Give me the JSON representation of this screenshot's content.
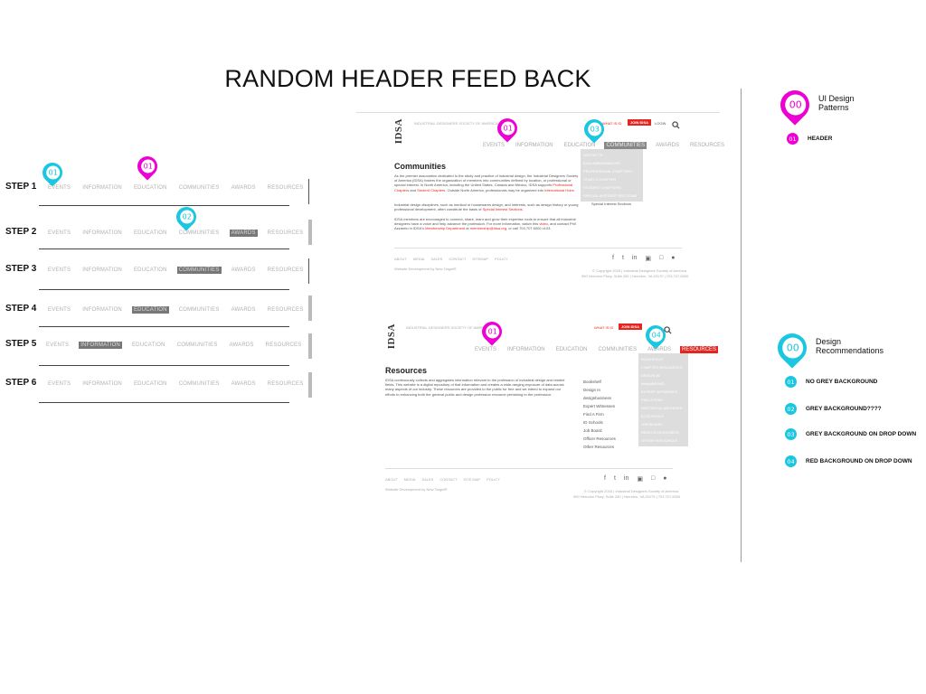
{
  "title": "RANDOM HEADER FEED BACK",
  "nav_items": [
    "EVENTS",
    "INFORMATION",
    "EDUCATION",
    "COMMUNITIES",
    "AWARDS",
    "RESOURCES"
  ],
  "steps": [
    {
      "label": "STEP 1",
      "highlight": -1
    },
    {
      "label": "STEP 2",
      "highlight": 4
    },
    {
      "label": "STEP 3",
      "highlight": 3
    },
    {
      "label": "STEP 4",
      "highlight": 2
    },
    {
      "label": "STEP 5",
      "highlight": 1
    },
    {
      "label": "STEP 6",
      "highlight": -1
    }
  ],
  "step_pins": {
    "p1": "01",
    "p2": "01",
    "p3": "02"
  },
  "mock1": {
    "org": "INDUSTRIAL DESIGNERS SOCIETY OF AMERICA",
    "logo": "IDSA",
    "what_is_id": "WHAT IS ID",
    "join": "JOIN IDSA",
    "login": "LOGIN",
    "pin_a": "01",
    "pin_b": "03",
    "heading": "Communities",
    "para1": "As the premier association dedicated to the study and practice of industrial design, the Industrial Designers Society of America (IDSA) fosters the organization of members into communities defined by location, or professional or special interest. In North America, including the United States, Canada and Mexico, IDSA supports",
    "link1": "Professional Chapters",
    "and": "and",
    "link2": "Student Chapters",
    "para1b": ". Outside North America, professionals may be organized into",
    "link3": "International Hubs",
    "para2": "Industrial design disciplines, such as medical or housewares design, and interests, such as design history or young professional development, often constitute the basis of",
    "link4": "Special Interest Sections",
    "para3": "IDSA members are encouraged to connect, share, learn and grow their expertise roots to ensure that all industrial designers have a voice and help advance the profession. For more information, watch this",
    "link5": "video",
    "para3b": ", and contact Phil Azzarelo in IDSA's",
    "link6": "Membership Department",
    "para3c": "at",
    "link7": "membership@idsa.org",
    "para3d": ", or call 703.707.6000 x103.",
    "dropdown": [
      "DISTRICTS",
      "IDSA AMBASSADORS",
      "PROFESSIONAL CHAPTERS",
      "START A CHAPTER",
      "STUDENT CHAPTERS",
      "SPECIAL INTEREST SECTIONS"
    ],
    "dropdown_caption": "Special Interest Sections",
    "footer_links": [
      "ABOUT",
      "MEDIA",
      "SALES",
      "CONTACT",
      "SITEMAP",
      "POLICY"
    ],
    "credit": "Website Development by New Target®",
    "copyright": "© Copyright 2016 | Industrial Designers Society of America",
    "address": "950 Herndon Pkwy, Suite 250 | Herndon, VA 20170 | 703.707.6000"
  },
  "mock2": {
    "org": "INDUSTRIAL DESIGNERS SOCIETY OF AMERICA",
    "logo": "IDSA",
    "what_is_id": "WHAT IS ID",
    "join": "JOIN IDSA",
    "pin_a": "01",
    "pin_b": "04",
    "heading": "Resources",
    "para": "IDSA continuously collects and aggregates information relevant to the profession of industrial design and related fields. This website is a digital repository of that information and creates a wide-ranging exposure of data across many aspects of our industry. These resources are provided to the public for free and we intend to expand our efforts to enhancing both the general public and design profession resource pertaining to the profession.",
    "list": [
      "Bookshelf",
      "Design In",
      "designbusiness",
      "Expert Witnesses",
      "Find A Firm",
      "ID Schools",
      "Job Board",
      "Officer Resources",
      "Other Resources"
    ],
    "dropdown": [
      "BOOKSHELF",
      "CHAPTER RESOURCES",
      "DESIGN IN",
      "designBRAND",
      "EXPERT WITNESSES",
      "FIND A FIRM",
      "HISTORICAL ARCHIVES",
      "ID SCHOOLS",
      "JOB BOARD",
      "REMOTE DESIGNERS",
      "OTHER RESOURCES"
    ],
    "footer_links": [
      "ABOUT",
      "MEDIA",
      "SALES",
      "CONTACT",
      "SITE MAP",
      "POLICY"
    ],
    "credit": "Website Development by New Target®",
    "copyright": "© Copyright 2016 | Industrial Designers Society of America",
    "address": "950 Herndon Pkwy, Suite 250 | Herndon, VA 20170 | 703.707.6000"
  },
  "legend": {
    "pin": "00",
    "title": "UI Design Patterns",
    "item_num": "01",
    "item_label": "HEADER"
  },
  "recommendations": {
    "pin": "00",
    "title": "Design Recommendations",
    "items": [
      {
        "num": "01",
        "label": "NO GREY BACKGROUND"
      },
      {
        "num": "02",
        "label": "GREY BACKGROUND????"
      },
      {
        "num": "03",
        "label": "GREY BACKGROUND ON DROP DOWN"
      },
      {
        "num": "04",
        "label": "RED BACKGROUND ON DROP DOWN"
      }
    ]
  },
  "icons": {
    "search": "search-icon",
    "social": [
      "facebook-icon",
      "twitter-icon",
      "linkedin-icon",
      "instagram-icon",
      "vimeo-icon",
      "flickr-icon"
    ]
  },
  "colors": {
    "pin_magenta": "#ee00d4",
    "pin_cyan": "#1ac6e0",
    "brand_red": "#e52620",
    "highlight_grey": "#777777"
  }
}
